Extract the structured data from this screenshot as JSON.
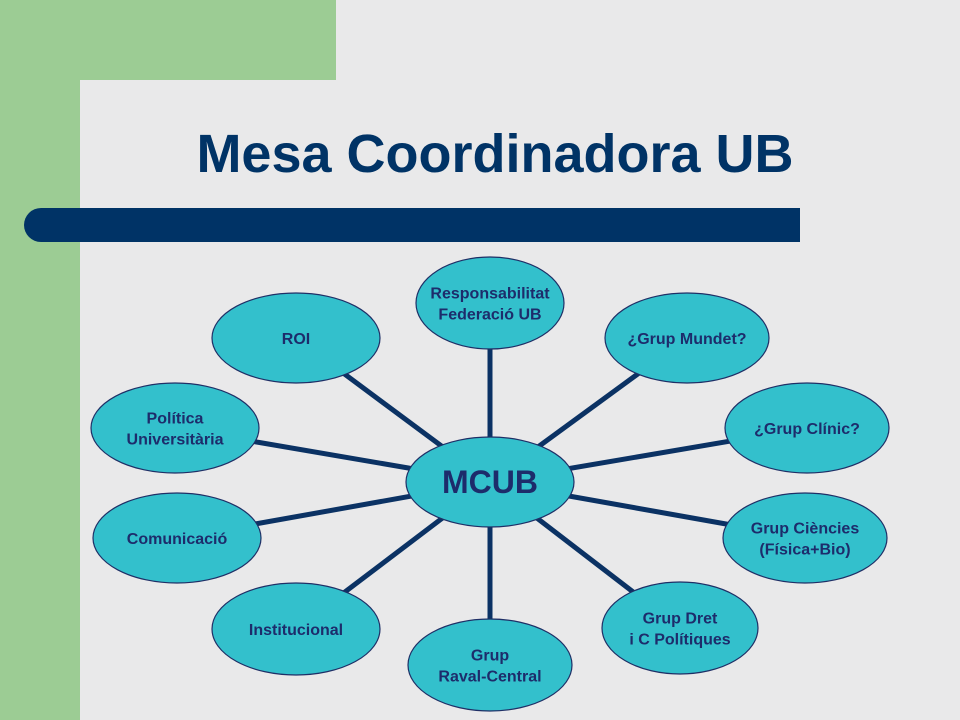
{
  "title": "Mesa Coordinadora UB",
  "diagram": {
    "center": "MCUB",
    "nodes": [
      {
        "id": "responsabilitat",
        "lines": [
          "Responsabilitat",
          "Federació UB"
        ]
      },
      {
        "id": "mundet",
        "lines": [
          "¿Grup Mundet?"
        ]
      },
      {
        "id": "clinic",
        "lines": [
          "¿Grup Clínic?"
        ]
      },
      {
        "id": "ciencies",
        "lines": [
          "Grup Ciències",
          "(Física+Bio)"
        ]
      },
      {
        "id": "dret",
        "lines": [
          "Grup Dret",
          "i C Polítiques"
        ]
      },
      {
        "id": "raval",
        "lines": [
          "Grup",
          "Raval-Central"
        ]
      },
      {
        "id": "institucional",
        "lines": [
          "Institucional"
        ]
      },
      {
        "id": "comunicacio",
        "lines": [
          "Comunicació"
        ]
      },
      {
        "id": "politica",
        "lines": [
          "Política",
          "Universitària"
        ]
      },
      {
        "id": "roi",
        "lines": [
          "ROI"
        ]
      }
    ]
  }
}
